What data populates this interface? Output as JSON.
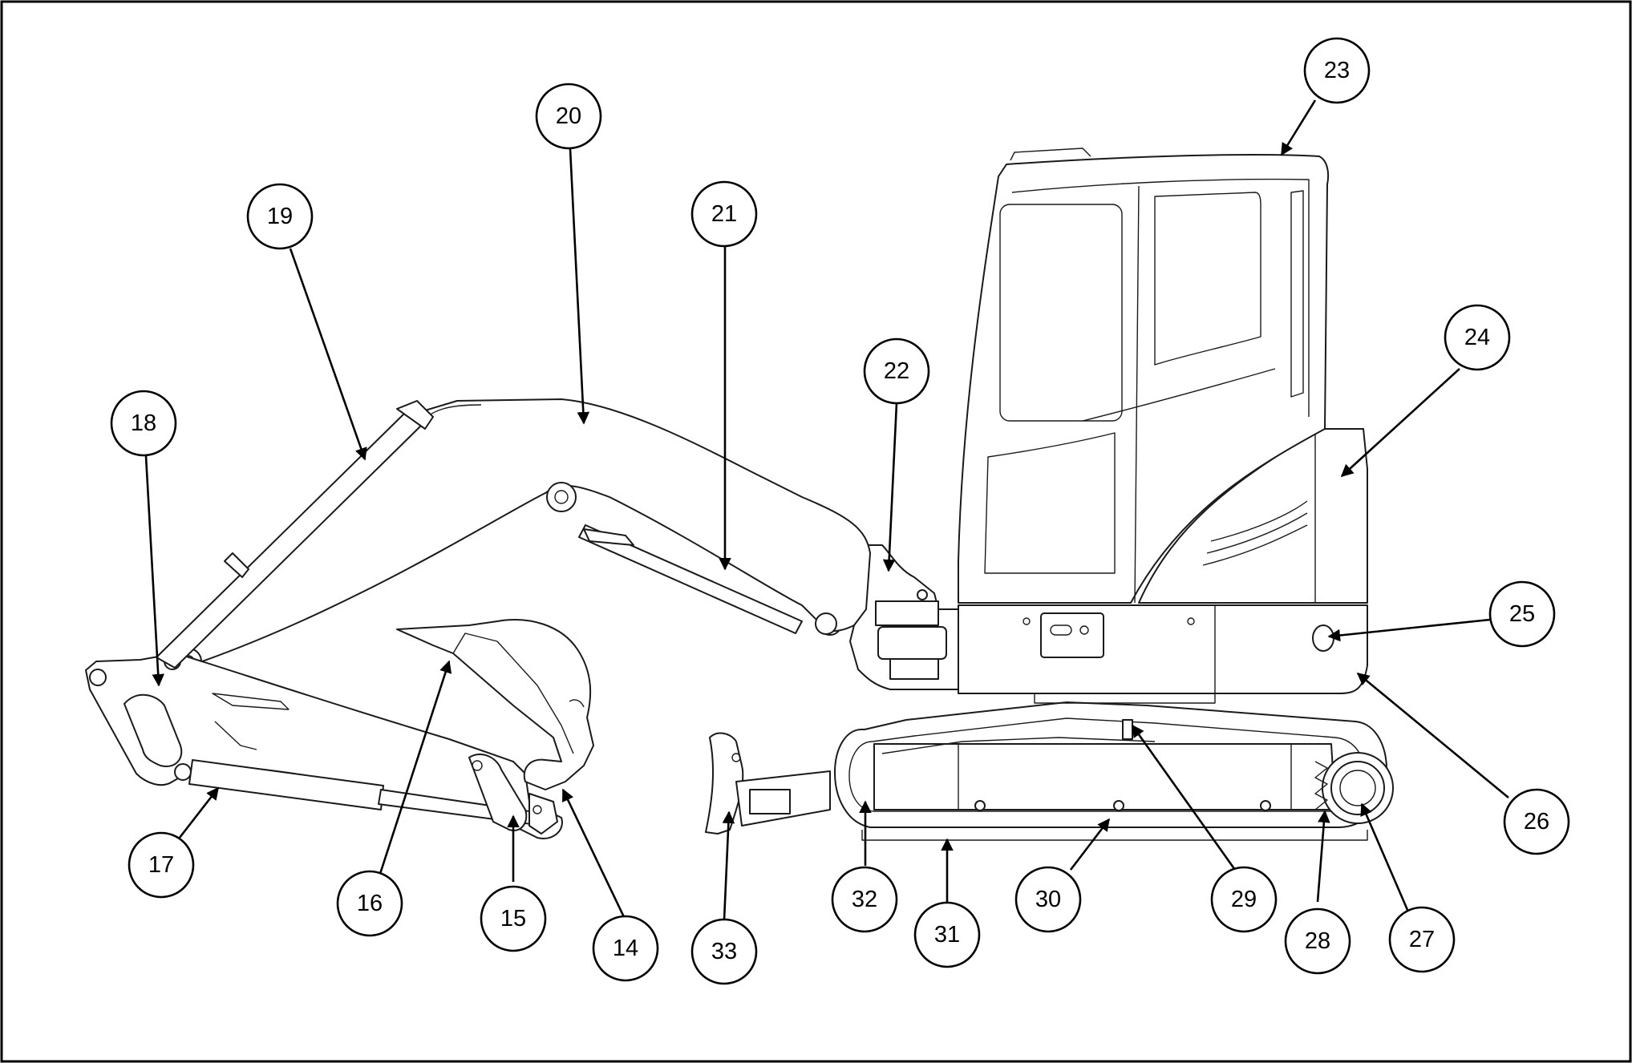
{
  "callouts": [
    {
      "label": "14"
    },
    {
      "label": "15"
    },
    {
      "label": "16"
    },
    {
      "label": "17"
    },
    {
      "label": "18"
    },
    {
      "label": "19"
    },
    {
      "label": "20"
    },
    {
      "label": "21"
    },
    {
      "label": "22"
    },
    {
      "label": "23"
    },
    {
      "label": "24"
    },
    {
      "label": "25"
    },
    {
      "label": "26"
    },
    {
      "label": "27"
    },
    {
      "label": "28"
    },
    {
      "label": "29"
    },
    {
      "label": "30"
    },
    {
      "label": "31"
    },
    {
      "label": "32"
    },
    {
      "label": "33"
    }
  ],
  "colors": {
    "line": "#1a1a1a",
    "callout": "#000000",
    "background": "#ffffff"
  }
}
